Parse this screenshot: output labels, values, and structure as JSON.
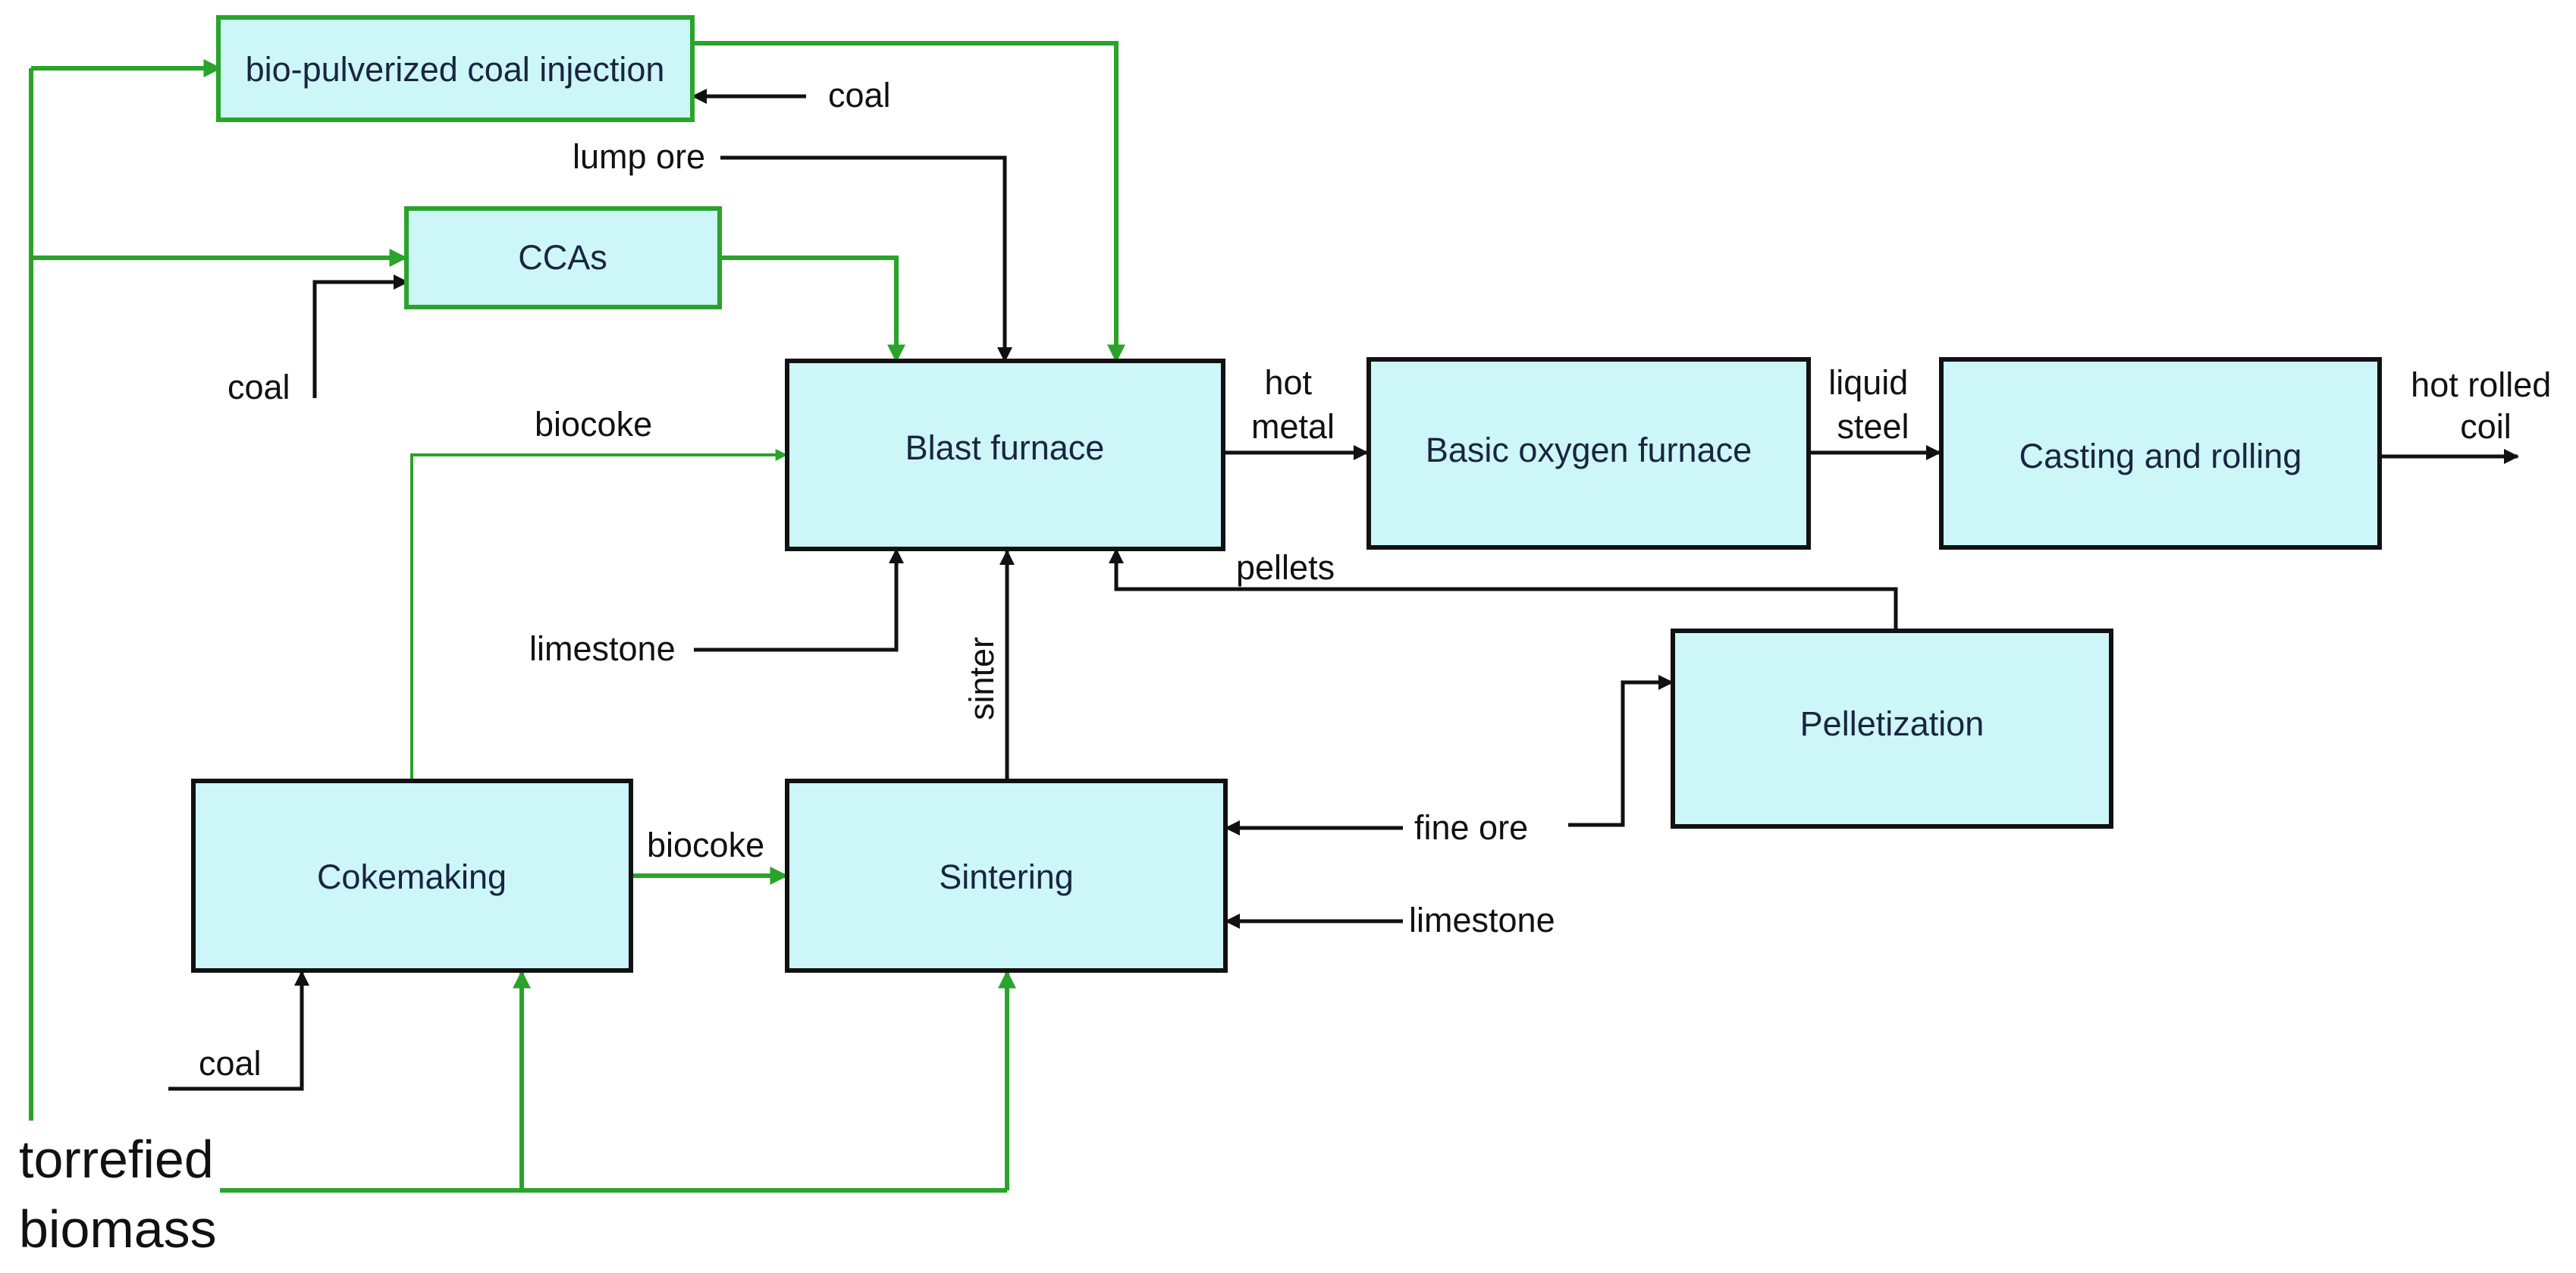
{
  "colors": {
    "green_box_stroke": "#2aa32a",
    "box_fill": "#ccf6f8",
    "biomass_line": "#2aa32a",
    "material_line": "#111111"
  },
  "boxes": {
    "bio_pci": "bio-pulverized coal injection",
    "ccas": "CCAs",
    "blast_furnace": "Blast furnace",
    "bof": "Basic oxygen furnace",
    "casting": "Casting and rolling",
    "pelletization": "Pelletization",
    "cokemaking": "Cokemaking",
    "sintering": "Sintering"
  },
  "labels": {
    "coal_pci": "coal",
    "lump_ore": "lump ore",
    "coal_ccas": "coal",
    "biocoke_to_bf": "biocoke",
    "hot_metal": [
      "hot",
      "metal"
    ],
    "liquid_steel": [
      "liquid",
      "steel"
    ],
    "hot_rolled_coil": [
      "hot rolled",
      "coil"
    ],
    "pellets": "pellets",
    "limestone_bf": "limestone",
    "sinter": "sinter",
    "fine_ore": "fine ore",
    "biocoke_to_sinter": "biocoke",
    "limestone_sinter": "limestone",
    "coal_coke": "coal",
    "torrefied_biomass": [
      "torrefied",
      "biomass"
    ]
  }
}
